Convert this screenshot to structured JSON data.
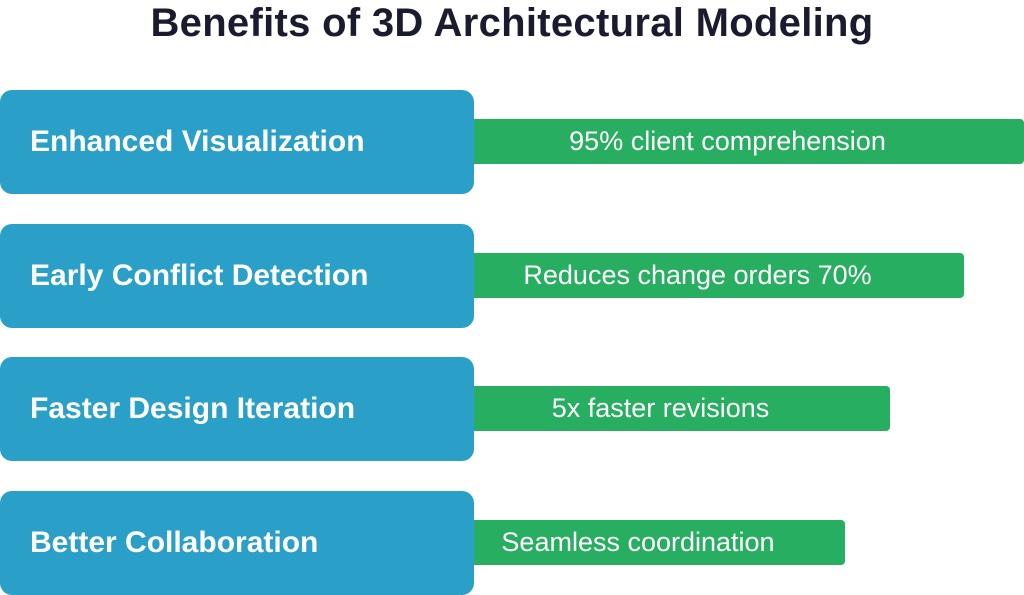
{
  "title": "Benefits of 3D Architectural Modeling",
  "benefits": [
    {
      "label": "Enhanced Visualization",
      "metric": "95% client comprehension"
    },
    {
      "label": "Early Conflict Detection",
      "metric": "Reduces change orders 70%"
    },
    {
      "label": "Faster Design Iteration",
      "metric": "5x faster revisions"
    },
    {
      "label": "Better Collaboration",
      "metric": "Seamless coordination"
    }
  ],
  "colors": {
    "title_text": "#1b1b2f",
    "benefit_box": "#2a9fc8",
    "metric_bar": "#27ae60"
  }
}
